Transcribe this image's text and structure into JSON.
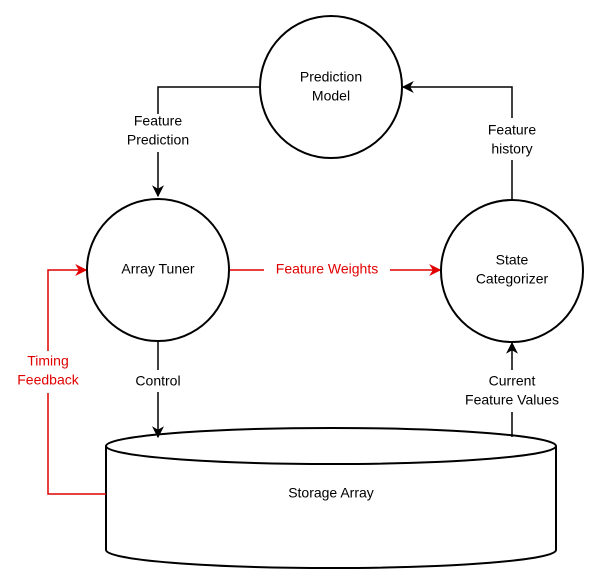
{
  "nodes": {
    "prediction_model": {
      "line1": "Prediction",
      "line2": "Model"
    },
    "array_tuner": {
      "label": "Array Tuner"
    },
    "state_categorizer": {
      "line1": "State",
      "line2": "Categorizer"
    },
    "storage_array": {
      "label": "Storage Array"
    }
  },
  "edges": {
    "feature_prediction": {
      "line1": "Feature",
      "line2": "Prediction"
    },
    "feature_history": {
      "line1": "Feature",
      "line2": "history"
    },
    "feature_weights": {
      "label": "Feature Weights"
    },
    "control": {
      "label": "Control"
    },
    "current_feature_values": {
      "line1": "Current",
      "line2": "Feature Values"
    },
    "timing_feedback": {
      "line1": "Timing",
      "line2": "Feedback"
    }
  },
  "colors": {
    "feedback": "#e00000",
    "default": "#000000"
  }
}
